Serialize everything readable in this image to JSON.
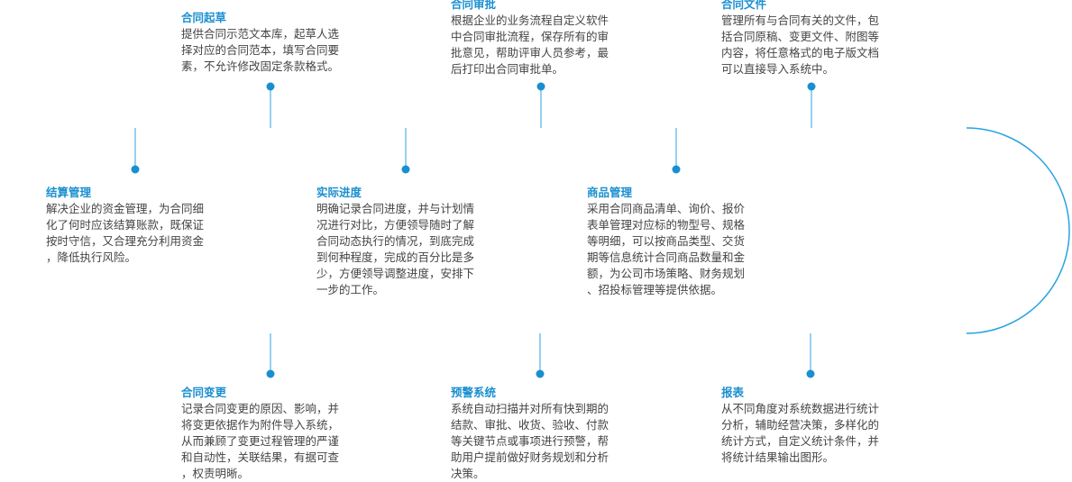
{
  "colors": {
    "accent": "#1a8fd0",
    "line": "#29a3e0",
    "text": "#444444"
  },
  "items": [
    {
      "id": "draft",
      "title": "合同起草",
      "lines": [
        "提供合同示范文本库，起草人选",
        "择对应的合同范本，填写合同要",
        "素，不允许修改固定条款格式。"
      ]
    },
    {
      "id": "approval",
      "title": "合同审批",
      "lines": [
        "根据企业的业务流程自定义软件",
        "中合同审批流程，保存所有的审",
        "批意见，帮助评审人员参考，最",
        "后打印出合同审批单。"
      ]
    },
    {
      "id": "files",
      "title": "合同文件",
      "lines": [
        "管理所有与合同有关的文件，包",
        "括合同原稿、变更文件、附图等",
        "内容，将任意格式的电子版文档",
        "可以直接导入系统中。"
      ]
    },
    {
      "id": "settlement",
      "title": "结算管理",
      "lines": [
        "解决企业的资金管理，为合同细",
        "化了何时应该结算账款，既保证",
        "按时守信，又合理充分利用资金",
        "，降低执行风险。"
      ]
    },
    {
      "id": "progress",
      "title": "实际进度",
      "lines": [
        "明确记录合同进度，并与计划情",
        "况进行对比，方便领导随时了解",
        "合同动态执行的情况，到底完成",
        "到何种程度，完成的百分比是多",
        "少，方便领导调整进度，安排下",
        "一步的工作。"
      ]
    },
    {
      "id": "goods",
      "title": "商品管理",
      "lines": [
        "采用合同商品清单、询价、报价",
        "表单管理对应标的物型号、规格",
        "等明细，可以按商品类型、交货",
        "期等信息统计合同商品数量和金",
        "额，为公司市场策略、财务规划",
        "、招投标管理等提供依据。"
      ]
    },
    {
      "id": "change",
      "title": "合同变更",
      "lines": [
        "记录合同变更的原因、影响，并",
        "将变更依据作为附件导入系统，",
        "从而兼顾了变更过程管理的严谨",
        "和自动性，关联结果，有据可查",
        "，权责明晰。"
      ]
    },
    {
      "id": "warning",
      "title": "预警系统",
      "lines": [
        "系统自动扫描并对所有快到期的",
        "结款、审批、收货、验收、付款",
        "等关键节点或事项进行预警，帮",
        "助用户提前做好财务规划和分析",
        "决策。"
      ]
    },
    {
      "id": "report",
      "title": "报表",
      "lines": [
        "从不同角度对系统数据进行统计",
        "分析，辅助经营决策，多样化的",
        "统计方式，自定义统计条件，并",
        "将统计结果输出图形。"
      ]
    }
  ]
}
